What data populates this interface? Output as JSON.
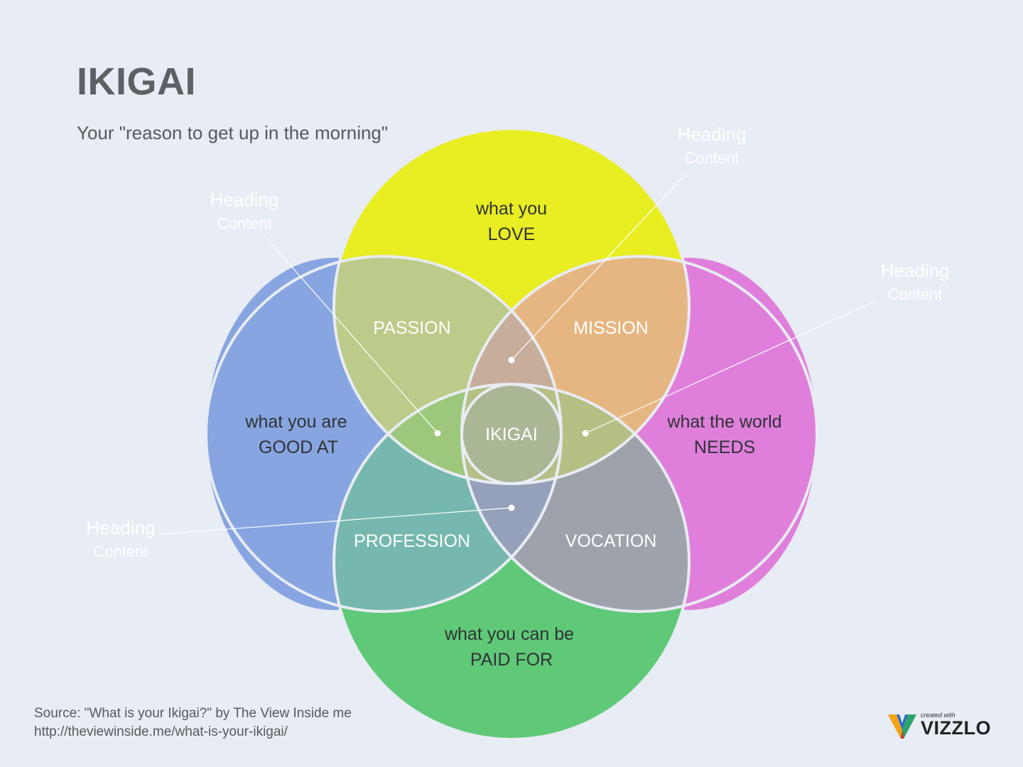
{
  "title": "IKIGAI",
  "subtitle": "Your \"reason to get up in the morning\"",
  "circles": {
    "love": {
      "line1": "what you",
      "line2": "LOVE",
      "color": "#e8ee22"
    },
    "good": {
      "line1": "what you are",
      "line2": "GOOD AT",
      "color": "#87a5e0"
    },
    "world": {
      "line1": "what the world",
      "line2": "NEEDS",
      "color": "#df7fdb"
    },
    "paid": {
      "line1": "what you can be",
      "line2": "PAID FOR",
      "color": "#5fc978"
    }
  },
  "overlaps": {
    "passion": "PASSION",
    "mission": "MISSION",
    "profession": "PROFESSION",
    "vocation": "VOCATION",
    "ikigai": "IKIGAI"
  },
  "callouts": [
    {
      "heading": "Heading",
      "content": "Content"
    },
    {
      "heading": "Heading",
      "content": "Content"
    },
    {
      "heading": "Heading",
      "content": "Content"
    },
    {
      "heading": "Heading",
      "content": "Content"
    }
  ],
  "source": {
    "line1": "Source: \"What is your Ikigai?\" by The View Inside me",
    "line2": "http://theviewinside.me/what-is-your-ikigai/"
  },
  "logo": {
    "small": "created with",
    "brand": "VIZZLO"
  }
}
